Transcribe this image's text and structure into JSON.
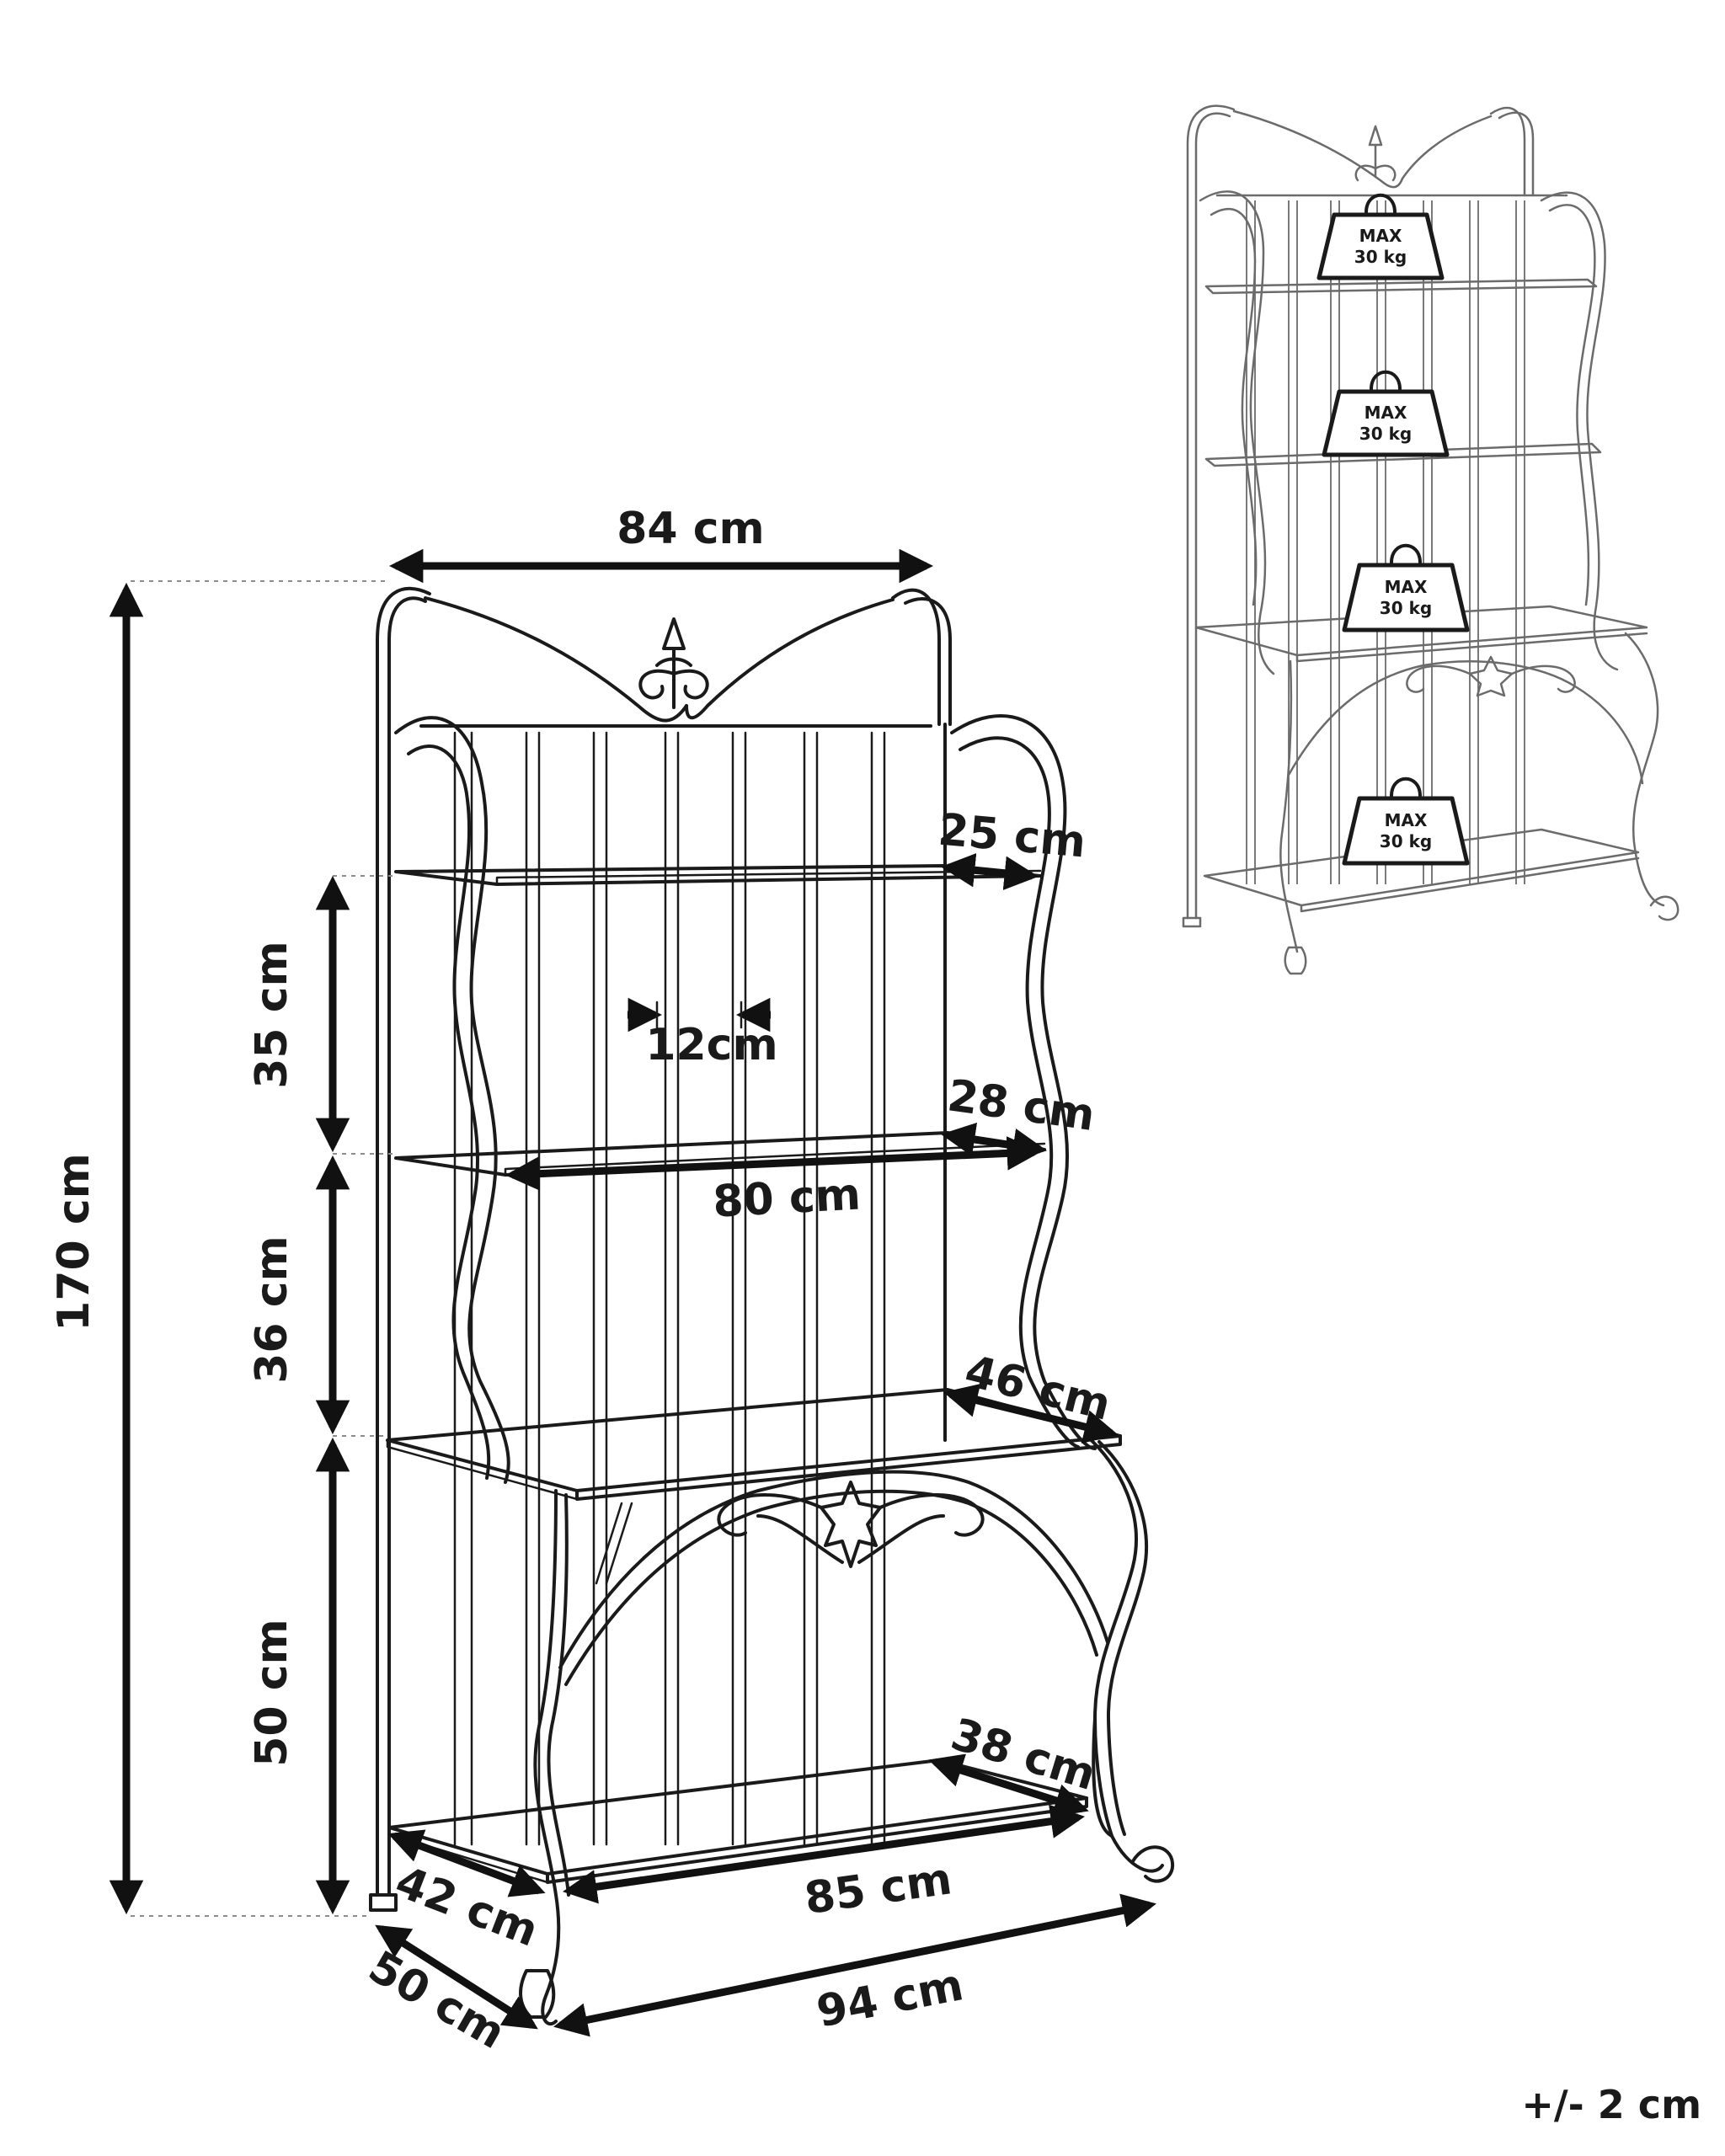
{
  "dimensions": {
    "width_top": "84 cm",
    "height_total": "170 cm",
    "shelf_gap_top": "35 cm",
    "shelf_gap_middle": "36 cm",
    "shelf_gap_bottom": "50 cm",
    "shelf_depth_top": "25 cm",
    "shelf_depth_middle": "28 cm",
    "shelf_depth_table": "46 cm",
    "shelf_depth_bottom": "38 cm",
    "bar_spacing": "12cm",
    "shelf_width_middle": "80 cm",
    "shelf_width_bottom": "85 cm",
    "base_depth_inner": "42 cm",
    "base_depth_outer": "50 cm",
    "base_width": "94 cm"
  },
  "load_labels": [
    {
      "line1": "MAX",
      "line2": "30 kg"
    },
    {
      "line1": "MAX",
      "line2": "30 kg"
    },
    {
      "line1": "MAX",
      "line2": "30 kg"
    },
    {
      "line1": "MAX",
      "line2": "30 kg"
    }
  ],
  "tolerance": "+/- 2 cm"
}
